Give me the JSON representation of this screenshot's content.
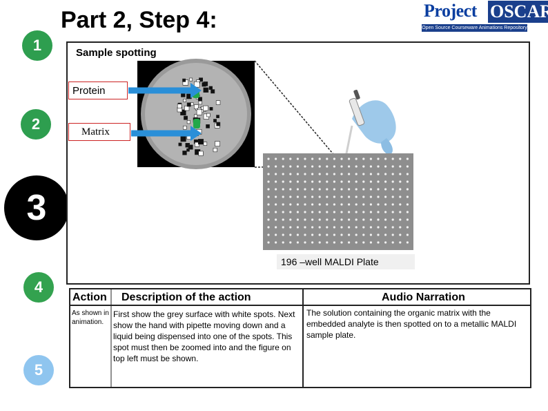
{
  "slide": {
    "title": "Part 2, Step 4:",
    "subtitle": "Sample spotting"
  },
  "logo": {
    "word_project": "Project",
    "word_oscar": "OSCAR",
    "tagline": "Open Source Courseware Animations Repository"
  },
  "steps": [
    {
      "label": "1",
      "color": "#2e9e4f"
    },
    {
      "label": "2",
      "color": "#2e9e4f"
    },
    {
      "label": "3",
      "color": "#000000"
    },
    {
      "label": "4",
      "color": "#33a24f"
    },
    {
      "label": "5",
      "color": "#8fc5ef"
    }
  ],
  "labels": {
    "protein": "Protein",
    "matrix": "Matrix"
  },
  "figure": {
    "caption": "196 –well MALDI Plate"
  },
  "table": {
    "headers": {
      "action": "Action",
      "description": "Description of the action",
      "audio": "Audio Narration"
    },
    "row": {
      "action": "As shown in animation.",
      "description": "First show the grey surface with white spots. Next show the hand with pipette moving down and a liquid being dispensed into one of the spots. This spot must then be zoomed into and the figure on top left must be shown.",
      "audio": "The solution containing the organic matrix with the embedded analyte is then spotted on to a metallic MALDI sample plate."
    }
  },
  "colors": {
    "arrow": "#2a8fd8",
    "label_border": "#cc2222",
    "spot_green": "#22a84a",
    "glove": "#9ec9ea"
  }
}
